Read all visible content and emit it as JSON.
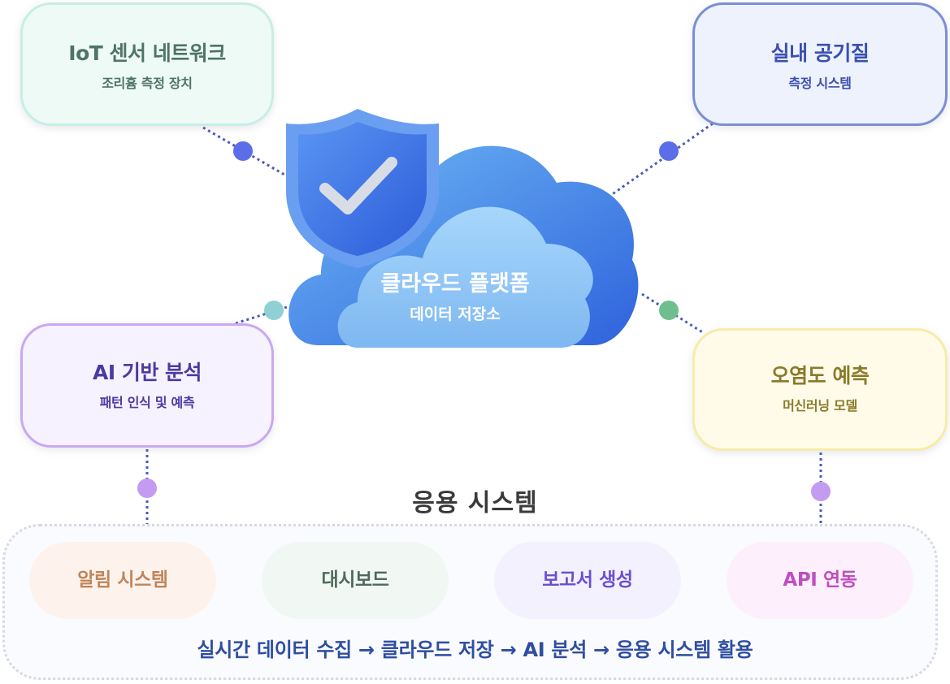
{
  "nodes": {
    "iot": {
      "title": "IoT 센서 네트워크",
      "subtitle": "조리흄 측정 장치"
    },
    "air": {
      "title": "실내 공기질",
      "subtitle": "측정 시스템"
    },
    "ai": {
      "title": "AI 기반 분석",
      "subtitle": "패턴 인식 및 예측"
    },
    "pollution": {
      "title": "오염도 예측",
      "subtitle": "머신러닝 모델"
    }
  },
  "cloud": {
    "title": "클라우드 플랫폼",
    "subtitle": "데이터 저장소"
  },
  "apps": {
    "title": "응용 시스템",
    "items": [
      "알림 시스템",
      "대시보드",
      "보고서 생성",
      "API 연동"
    ]
  },
  "flow": "실시간 데이터 수집 → 클라우드 저장 → AI 분석 → 응용 시스템 활용",
  "colors": {
    "iot_dot": "#5b6de8",
    "air_dot": "#5b6de8",
    "ai_dot": "#8fd0d4",
    "pollution_dot": "#6fbf8e",
    "apps_dot": "#c39bf0",
    "cloud": "#3f7bea",
    "shield": "#3a6ee6"
  },
  "icons": [
    "shield-check-icon",
    "cloud-icon"
  ]
}
